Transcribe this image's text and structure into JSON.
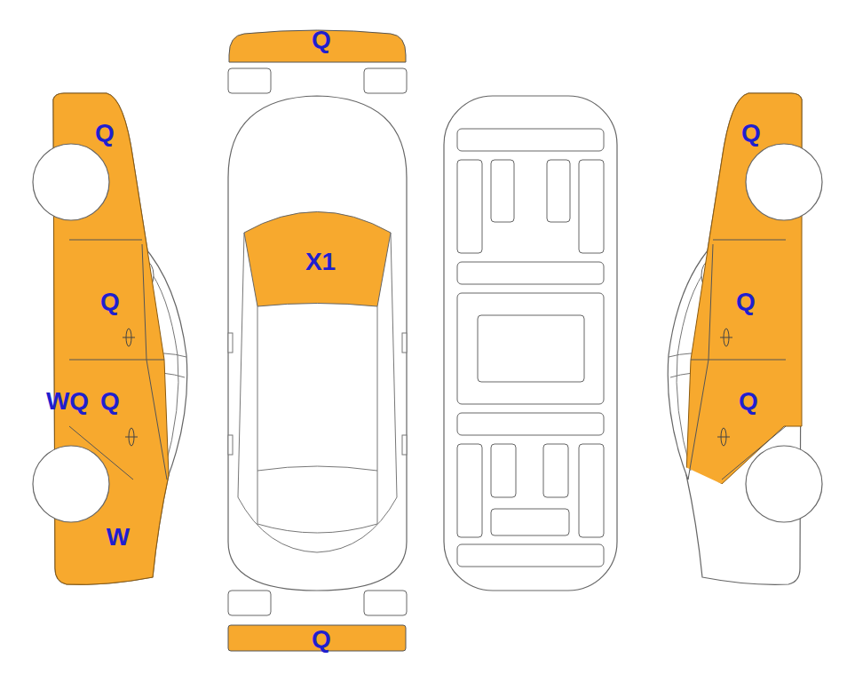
{
  "diagram": {
    "labels": [
      "Q",
      "Q",
      "Q",
      "X1",
      "Q",
      "Q",
      "WQ",
      "Q",
      "Q",
      "W",
      "Q"
    ]
  }
}
